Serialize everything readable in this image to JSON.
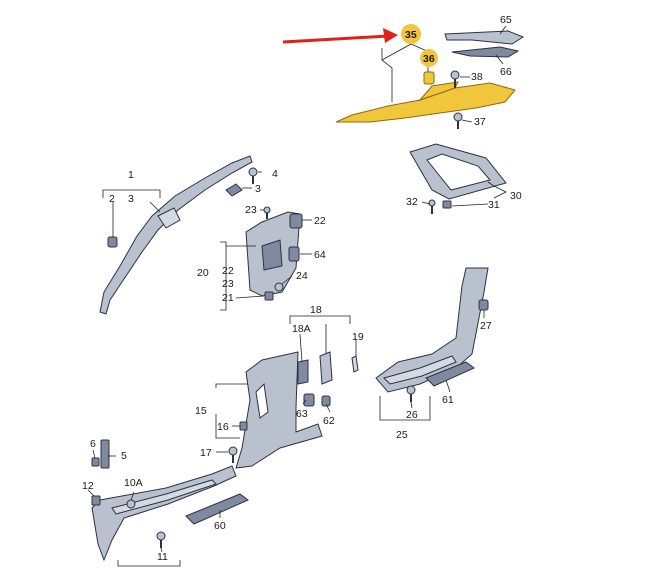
{
  "callouts": {
    "c65": "65",
    "c35": "35",
    "c36": "36",
    "c38": "38",
    "c66": "66",
    "c37": "37",
    "c30": "30",
    "c32": "32",
    "c31": "31",
    "c1": "1",
    "c2": "2",
    "c3a": "3",
    "c3b": "3",
    "c4": "4",
    "c22a": "22",
    "c23a": "23",
    "c64": "64",
    "c20": "20",
    "c22b": "22",
    "c23b": "23",
    "c24": "24",
    "c21": "21",
    "c18": "18",
    "c18A": "18A",
    "c19": "19",
    "c27": "27",
    "c15": "15",
    "c16": "16",
    "c17": "17",
    "c63": "63",
    "c62": "62",
    "c26": "26",
    "c61": "61",
    "c25": "25",
    "c6": "6",
    "c5": "5",
    "c12": "12",
    "c10A": "10A",
    "c11": "11",
    "c60": "60"
  },
  "highlight": {
    "fill": "#f2c63a",
    "arrow": "#e0201a"
  },
  "colors": {
    "part": "#b9c1cf",
    "outline": "#2c3340"
  }
}
